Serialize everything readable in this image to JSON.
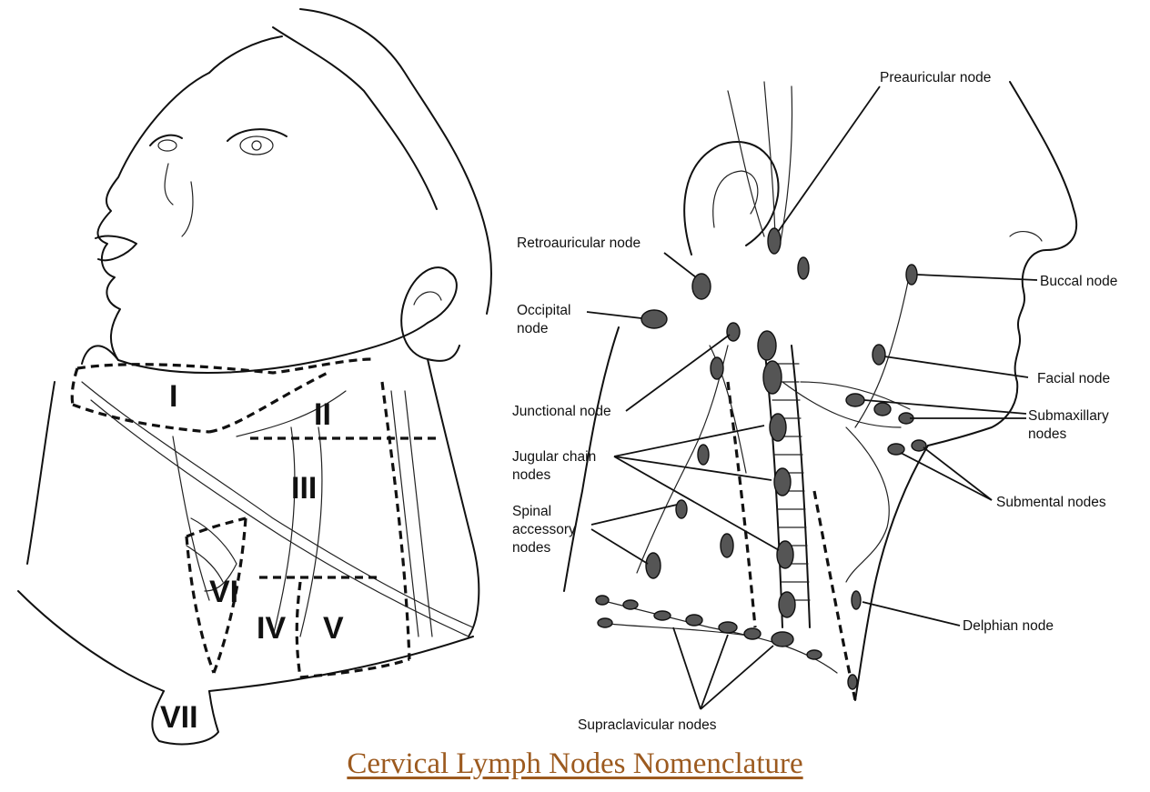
{
  "caption": "Cervical Lymph Nodes Nomenclature",
  "levels": {
    "I": "I",
    "II": "II",
    "III": "III",
    "IV": "IV",
    "V": "V",
    "VI": "VI",
    "VII": "VII"
  },
  "labels": {
    "preauricular": "Preauricular node",
    "retroauricular": "Retroauricular node",
    "buccal": "Buccal node",
    "occipital_1": "Occipital",
    "occipital_2": "node",
    "facial": "Facial node",
    "junctional": "Junctional node",
    "submaxillary_1": "Submaxillary",
    "submaxillary_2": "nodes",
    "jugular_1": "Jugular chain",
    "jugular_2": "nodes",
    "spinal_1": "Spinal",
    "spinal_2": "accessory",
    "spinal_3": "nodes",
    "submental": "Submental nodes",
    "delphian": "Delphian node",
    "supraclavicular": "Supraclavicular nodes"
  },
  "colors": {
    "ink": "#111111",
    "caption": "#9c5a1f",
    "background": "#ffffff"
  }
}
